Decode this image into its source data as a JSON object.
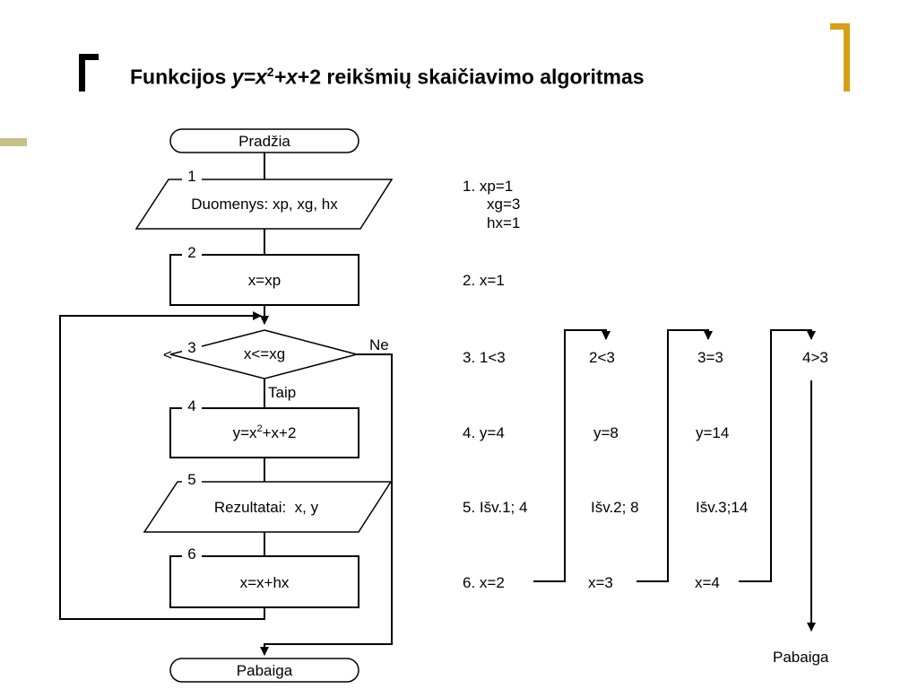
{
  "title": {
    "prefix": "Funkcijos ",
    "expr_y": "y",
    "expr_eq": "=",
    "expr_x1": "x",
    "expr_sq": "2",
    "expr_plus": "+",
    "expr_x2": "x",
    "expr_rest": "+2",
    "suffix": " reikšmių skaičiavimo algoritmas"
  },
  "colors": {
    "accent_gold": "#d4a017",
    "accent_khaki": "#c6c089",
    "line": "#000000"
  },
  "flowchart": {
    "start": "Pradžia",
    "end": "Pabaiga",
    "blocks": [
      {
        "num": "1",
        "text": "Duomenys: xp, xg, hx"
      },
      {
        "num": "2",
        "text": "x=xp"
      },
      {
        "num": "3",
        "text": "x<=xg"
      },
      {
        "num": "4",
        "text_pre": "y=x",
        "text_sup": "2",
        "text_post": "+x+2"
      },
      {
        "num": "5",
        "text": "Rezultatai:  x, y"
      },
      {
        "num": "6",
        "text": "x=x+hx"
      }
    ],
    "decision_no": "Ne",
    "decision_yes": "Taip",
    "decision_left_mark": "<"
  },
  "trace": {
    "step1": [
      "1. xp=1",
      "xg=3",
      "hx=1"
    ],
    "step2": "2. x=1",
    "step3": [
      "3. 1<3",
      "2<3",
      "3=3",
      "4>3"
    ],
    "step4": [
      "4. y=4",
      "y=8",
      "y=14"
    ],
    "step5": [
      "5. Išv.1; 4",
      "Išv.2; 8",
      "Išv.3;14"
    ],
    "step6": [
      "6. x=2",
      "x=3",
      "x=4"
    ],
    "end": "Pabaiga"
  }
}
